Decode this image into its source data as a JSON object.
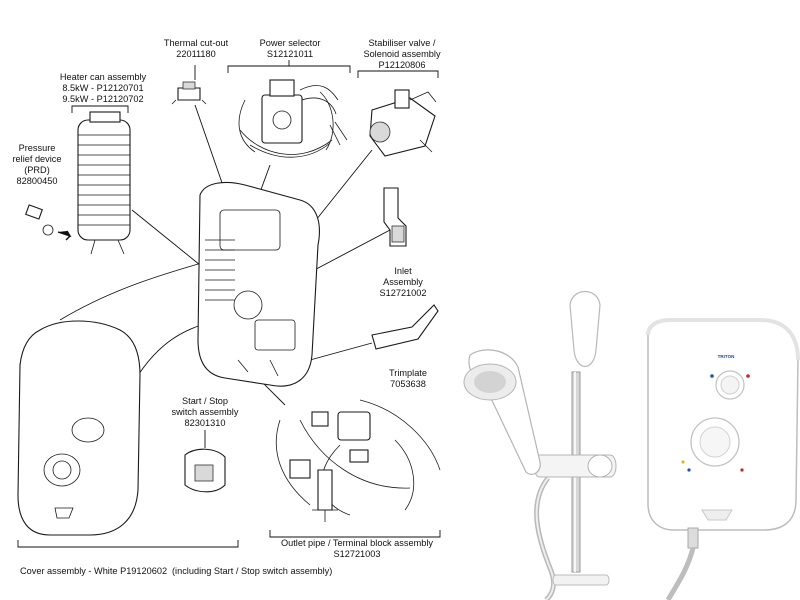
{
  "labels": {
    "thermal": {
      "name": "Thermal cut-out",
      "code": "22011180"
    },
    "power": {
      "name": "Power selector",
      "code": "S12121011"
    },
    "stabiliser": {
      "line1": "Stabiliser valve /",
      "line2": "Solenoid assembly",
      "code": "P12120806"
    },
    "heater": {
      "name": "Heater can assembly",
      "code1": "8.5kW - P12120701",
      "code2": "9.5kW - P12120702"
    },
    "prd": {
      "line1": "Pressure",
      "line2": "relief device",
      "line3": "(PRD)",
      "code": "82800450"
    },
    "inlet": {
      "line1": "Inlet",
      "line2": "Assembly",
      "code": "S12721002"
    },
    "trimplate": {
      "name": "Trimplate",
      "code": "7053638"
    },
    "startstop": {
      "line1": "Start / Stop",
      "line2": "switch assembly",
      "code": "82301310"
    },
    "outlet": {
      "name": "Outlet pipe / Terminal block assembly",
      "code": "S12721003"
    },
    "cover": {
      "name": "Cover assembly - White P19120602",
      "note": "(including Start / Stop switch assembly)"
    }
  },
  "product_brand": "TRITON"
}
